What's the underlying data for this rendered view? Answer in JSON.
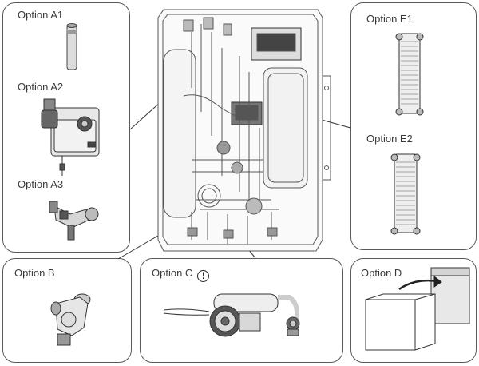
{
  "options": {
    "a1": "Option A1",
    "a2": "Option A2",
    "a3": "Option A3",
    "b": "Option B",
    "c": "Option C",
    "d": "Option D",
    "e1": "Option E1",
    "e2": "Option E2"
  },
  "warning_icon": "exclamation-circle-icon"
}
